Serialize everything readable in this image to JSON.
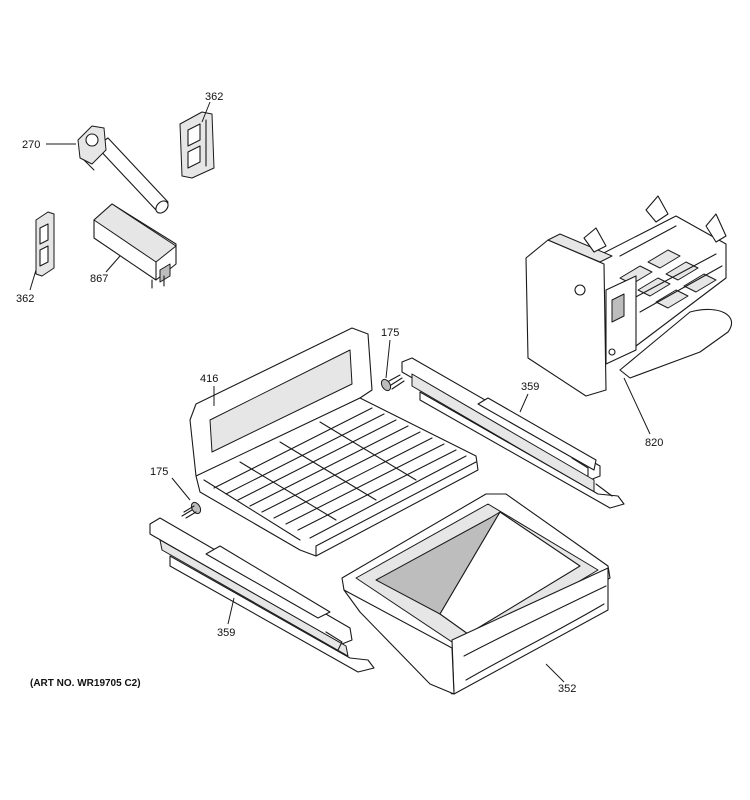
{
  "labels": {
    "p270": "270",
    "p362_top": "362",
    "p362_left": "362",
    "p867": "867",
    "p175_top": "175",
    "p175_left": "175",
    "p416": "416",
    "p359_right": "359",
    "p359_left": "359",
    "p820": "820",
    "p352": "352"
  },
  "art_number": "(ART NO. WR19705 C2)"
}
